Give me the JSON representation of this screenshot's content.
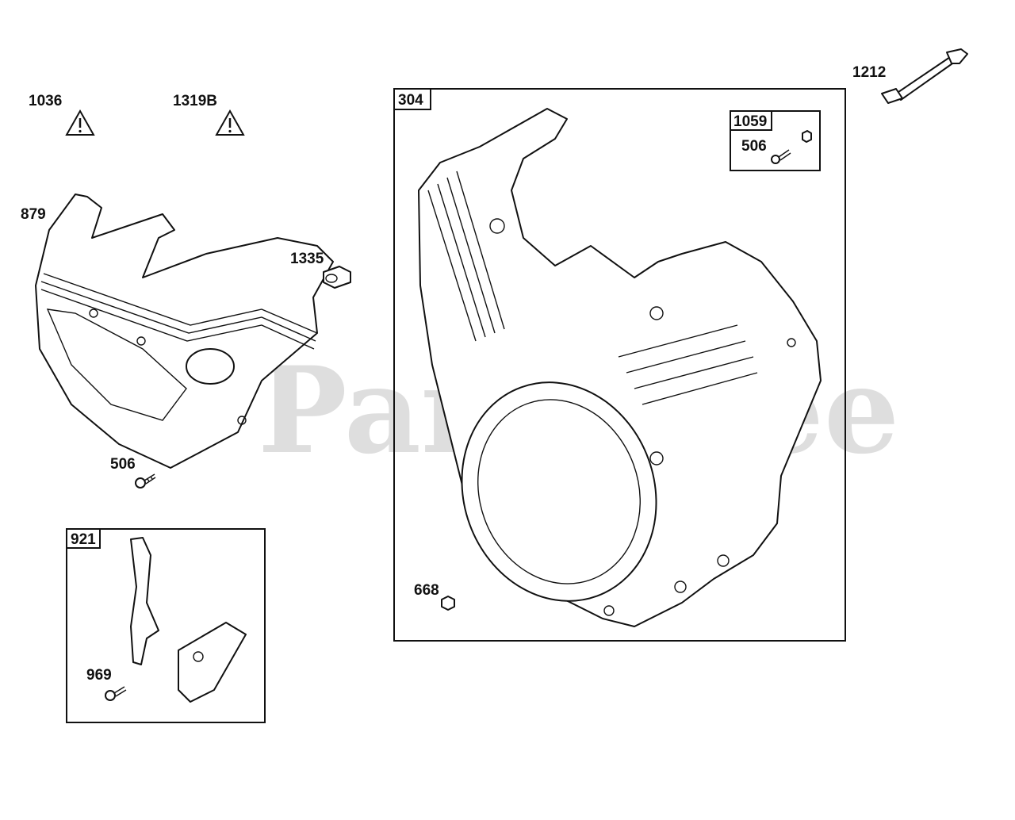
{
  "watermark": "PartsTree",
  "callouts": {
    "p1036": "1036",
    "p1319B": "1319B",
    "p879": "879",
    "p1335": "1335",
    "p506a": "506",
    "p921": "921",
    "p969": "969",
    "p304": "304",
    "p1059": "1059",
    "p506b": "506",
    "p668": "668",
    "p1212": "1212"
  },
  "icons": [
    "warning-triangle-icon",
    "warning-triangle-icon"
  ]
}
